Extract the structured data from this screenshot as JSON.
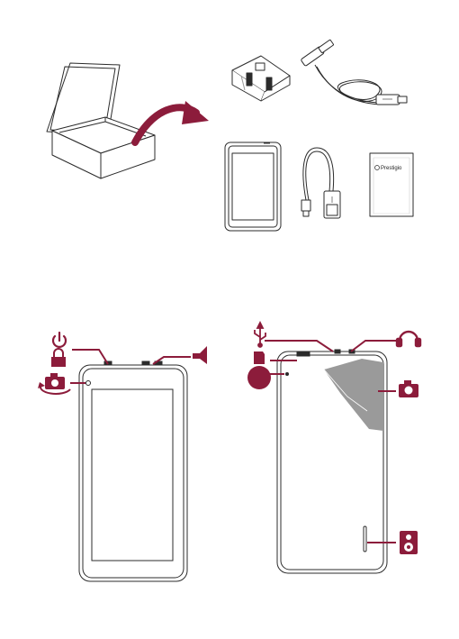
{
  "document": {
    "type": "quick-start-illustration",
    "sections": [
      {
        "name": "package-contents",
        "items": [
          "charger",
          "usb-cable",
          "tablet",
          "otg-cable",
          "manual"
        ]
      },
      {
        "name": "device-overview",
        "views": [
          "front",
          "back"
        ]
      }
    ]
  },
  "manual": {
    "brand_label": "Prestigio"
  },
  "colors": {
    "line": "#2b2b2b",
    "accent": "#8c1c3b",
    "light_gray": "#cfcfcf",
    "mid_gray": "#9a9a9a"
  },
  "icons": {
    "front": [
      "power-icon",
      "lock-icon",
      "front-camera-rotate-icon",
      "volume-icon"
    ],
    "back": [
      "usb-icon",
      "microsd-icon",
      "microphone-icon",
      "headphones-icon",
      "rear-camera-icon",
      "speaker-icon"
    ]
  }
}
